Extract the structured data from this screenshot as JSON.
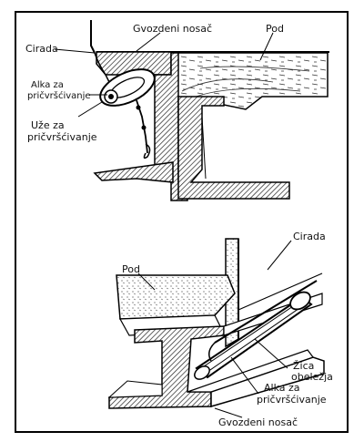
{
  "figure": {
    "top_panel": {
      "labels": {
        "beam": "Gvozdeni nosač",
        "floor": "Pod",
        "tarp": "Cirada",
        "ring_line1": "Alka za",
        "ring_line2": "pričvršćivanje",
        "rope_line1": "Uže za",
        "rope_line2": "pričvršćivanje"
      }
    },
    "bottom_panel": {
      "labels": {
        "tarp": "Cirada",
        "floor": "Pod",
        "wire_line1": "Žica",
        "wire_line2": "obeležja",
        "ring_line1": "Alka za",
        "ring_line2": "pričvršćivanje",
        "beam": "Gvozdeni nosač"
      }
    }
  }
}
